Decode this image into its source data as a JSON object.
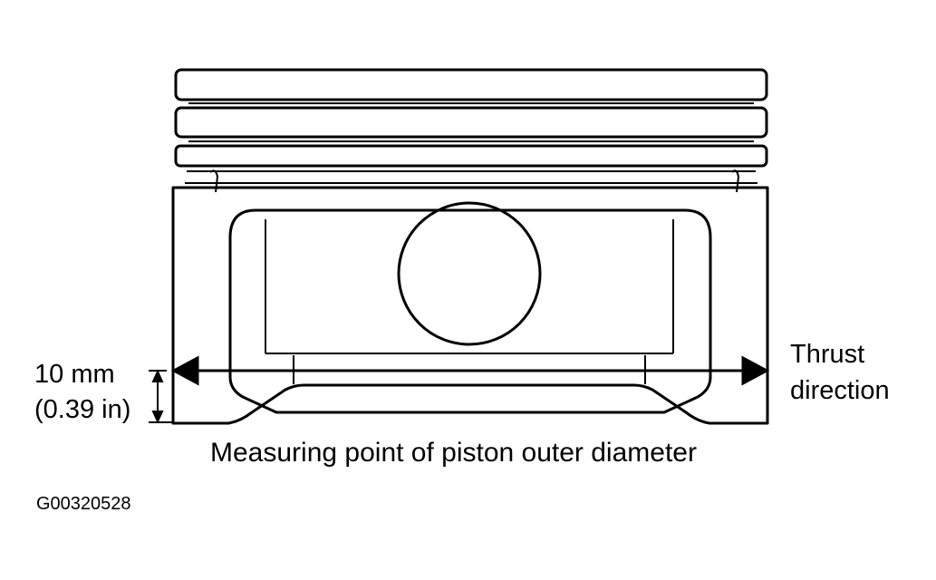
{
  "labels": {
    "dimension_mm": "10 mm",
    "dimension_in": "(0.39 in)",
    "thrust_line1": "Thrust",
    "thrust_line2": "direction",
    "caption": "Measuring point of piston outer diameter",
    "figure_id": "G00320528"
  },
  "colors": {
    "line": "#000000",
    "background": "#ffffff"
  }
}
